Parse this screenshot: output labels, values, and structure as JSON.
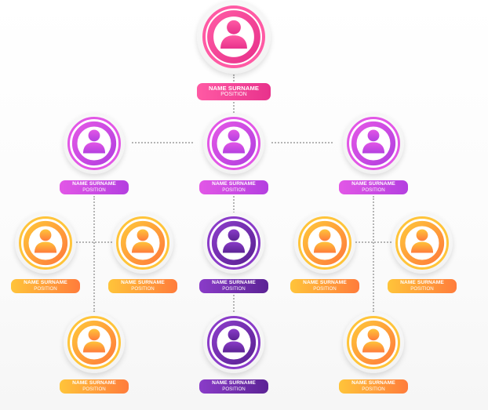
{
  "label": {
    "name": "NAME SURNAME",
    "position": "POSITION"
  },
  "colors": {
    "pink": [
      "#ff5aa4",
      "#e8328c"
    ],
    "magenta": [
      "#e257e6",
      "#b43fe0"
    ],
    "orange": [
      "#ffc43a",
      "#ff7c3b"
    ],
    "purple": [
      "#8a3cc8",
      "#5c2395"
    ]
  },
  "nodes": [
    {
      "id": "ceo",
      "level": 0,
      "color": "pink",
      "parent": null
    },
    {
      "id": "left-manager",
      "level": 1,
      "color": "magenta",
      "parent": "ceo"
    },
    {
      "id": "center-manager",
      "level": 1,
      "color": "magenta",
      "parent": "ceo"
    },
    {
      "id": "right-manager",
      "level": 1,
      "color": "magenta",
      "parent": "ceo"
    },
    {
      "id": "left-a",
      "level": 2,
      "color": "orange",
      "parent": "left-manager"
    },
    {
      "id": "left-b",
      "level": 2,
      "color": "orange",
      "parent": "left-manager"
    },
    {
      "id": "left-c",
      "level": 3,
      "color": "orange",
      "parent": "left-manager"
    },
    {
      "id": "center-a",
      "level": 2,
      "color": "purple",
      "parent": "center-manager"
    },
    {
      "id": "center-b",
      "level": 3,
      "color": "purple",
      "parent": "center-manager"
    },
    {
      "id": "right-a",
      "level": 2,
      "color": "orange",
      "parent": "right-manager"
    },
    {
      "id": "right-b",
      "level": 2,
      "color": "orange",
      "parent": "right-manager"
    },
    {
      "id": "right-c",
      "level": 3,
      "color": "orange",
      "parent": "right-manager"
    }
  ]
}
